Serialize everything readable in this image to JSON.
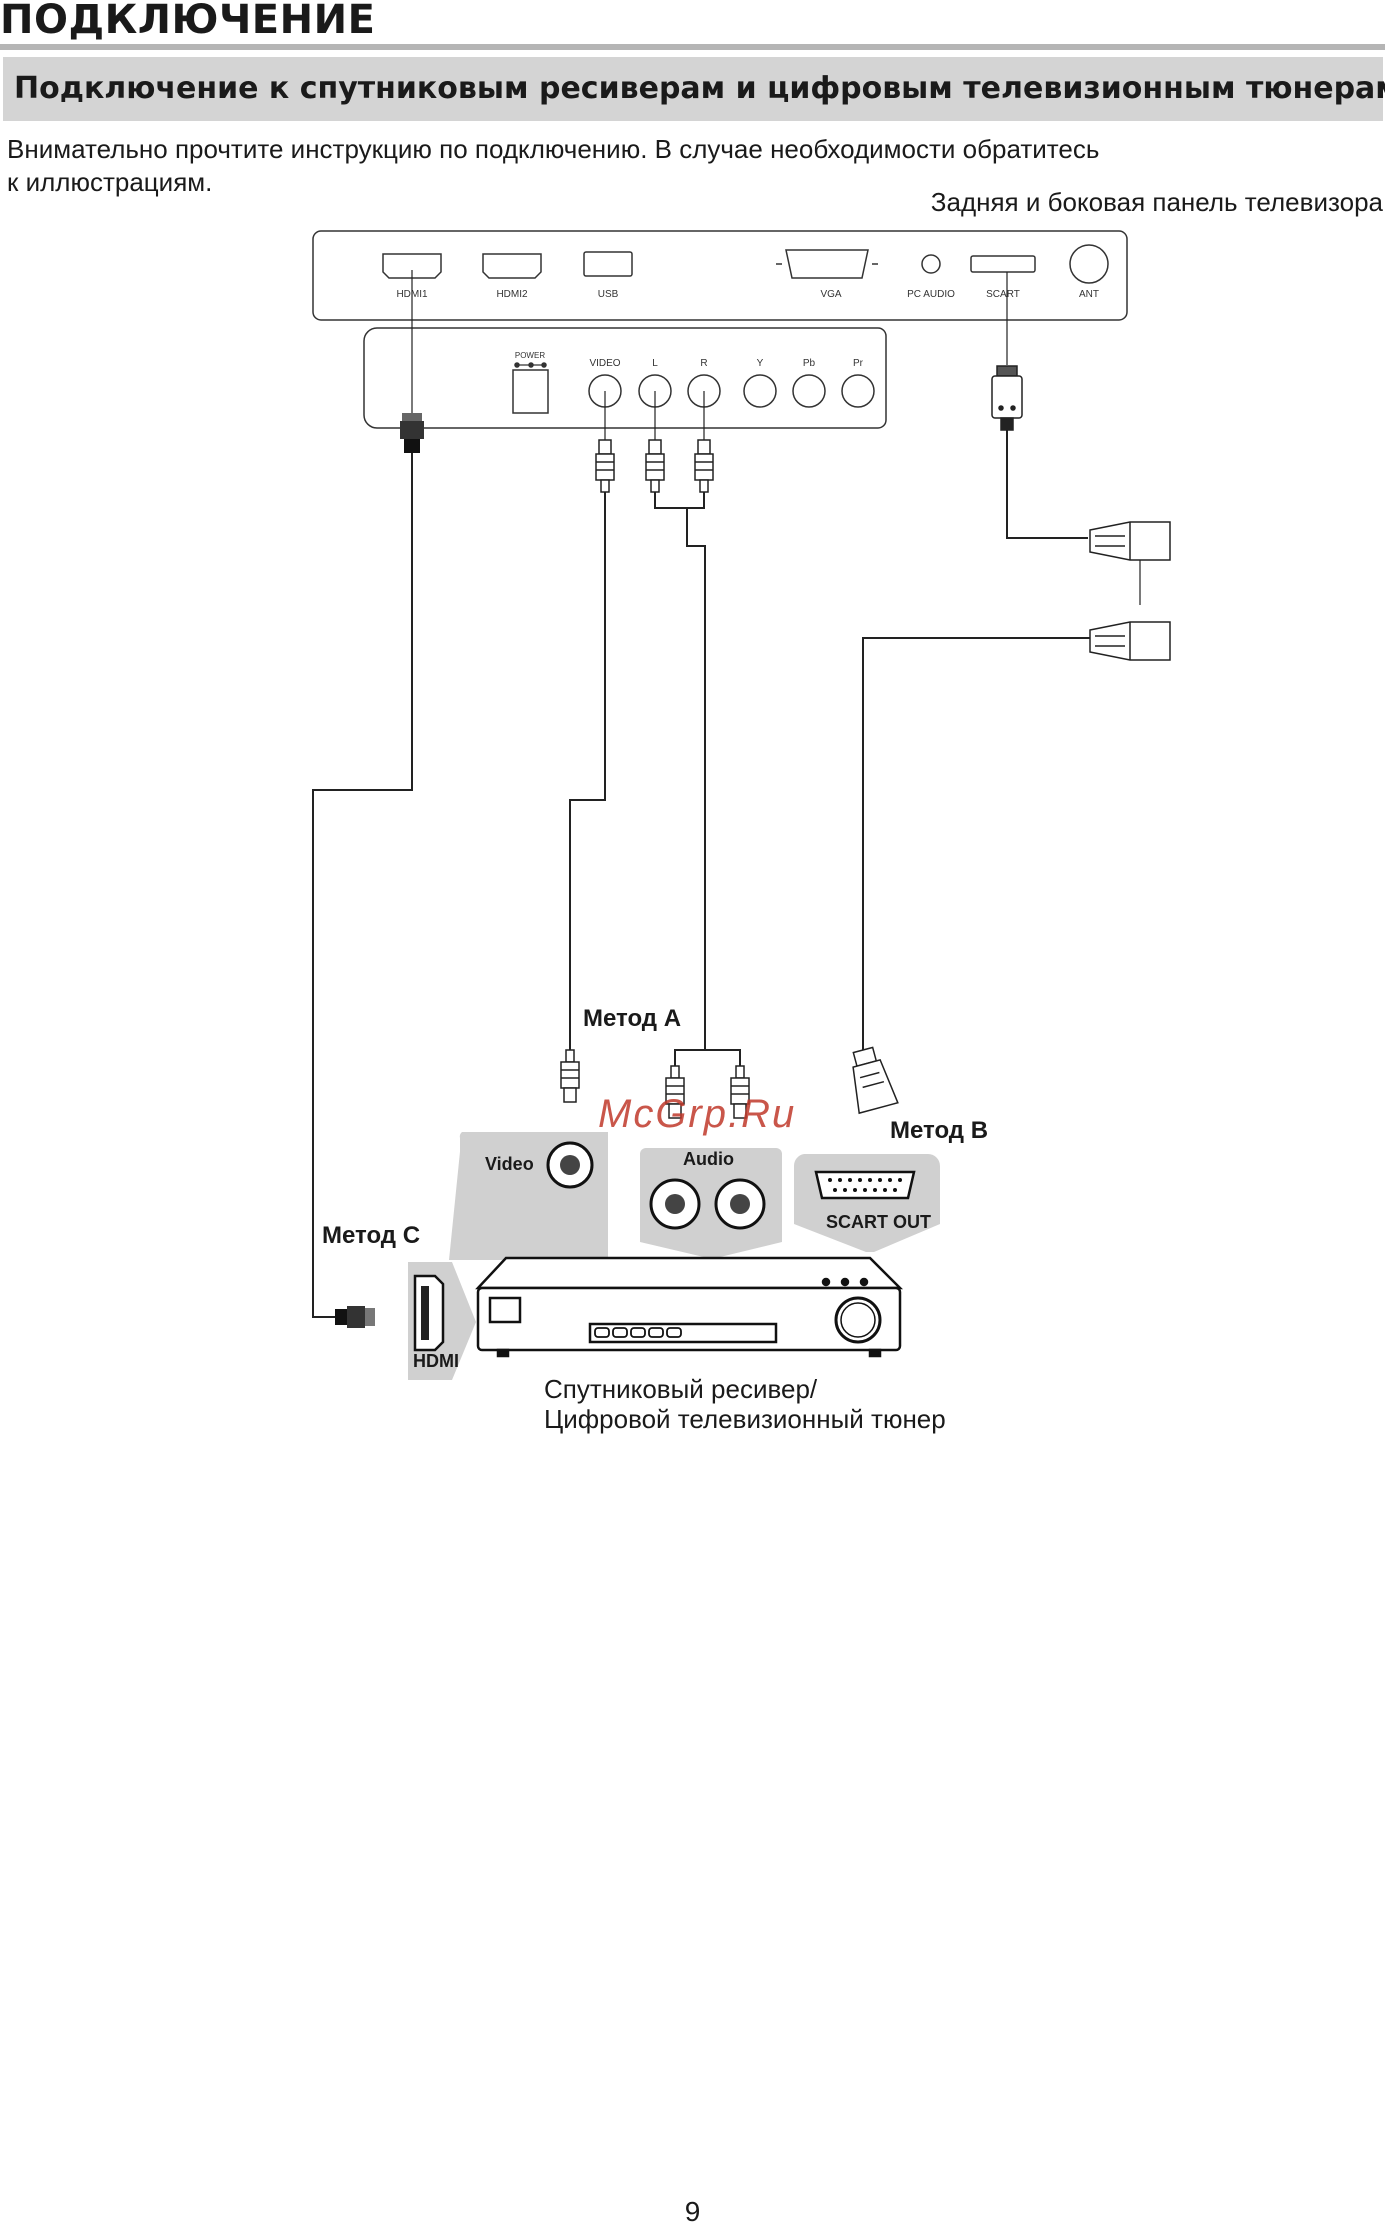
{
  "header": {
    "title": "ПОДКЛЮЧЕНИЕ",
    "section_title": "Подключение к спутниковым ресиверам и цифровым телевизионным тюнерам"
  },
  "intro": {
    "line1": "Внимательно прочтите инструкцию по подключению. В случае необходимости обратитесь",
    "line2": "к иллюстрациям."
  },
  "diagram": {
    "panel_caption": "Задняя и боковая панель телевизора",
    "rear_ports": [
      "HDMI1",
      "HDMI2",
      "USB",
      "VGA",
      "PC AUDIO",
      "SCART",
      "ANT"
    ],
    "side_ports": [
      "POWER",
      "VIDEO",
      "L",
      "R",
      "Y",
      "Pb",
      "Pr"
    ],
    "methods": {
      "a": "Метод А",
      "b": "Метод В",
      "c": "Метод С"
    },
    "jacks": {
      "video": "Video",
      "audio": "Audio",
      "scart": "SCART OUT",
      "hdmi": "HDMI"
    },
    "watermark": "McGrp.Ru",
    "device_caption_line1": "Спутниковый ресивер/",
    "device_caption_line2": "Цифровой телевизионный тюнер"
  },
  "footer": {
    "page_number": "9"
  },
  "colors": {
    "text": "#1a1a1a",
    "section_bar": "#d4d4d4",
    "rule": "#b5b5b5",
    "jack_panel": "#d0d0d0",
    "watermark": "#c0392b"
  },
  "icons": [
    "hdmi-plug-icon",
    "rca-plug-icon",
    "scart-plug-icon",
    "satellite-receiver-icon"
  ]
}
